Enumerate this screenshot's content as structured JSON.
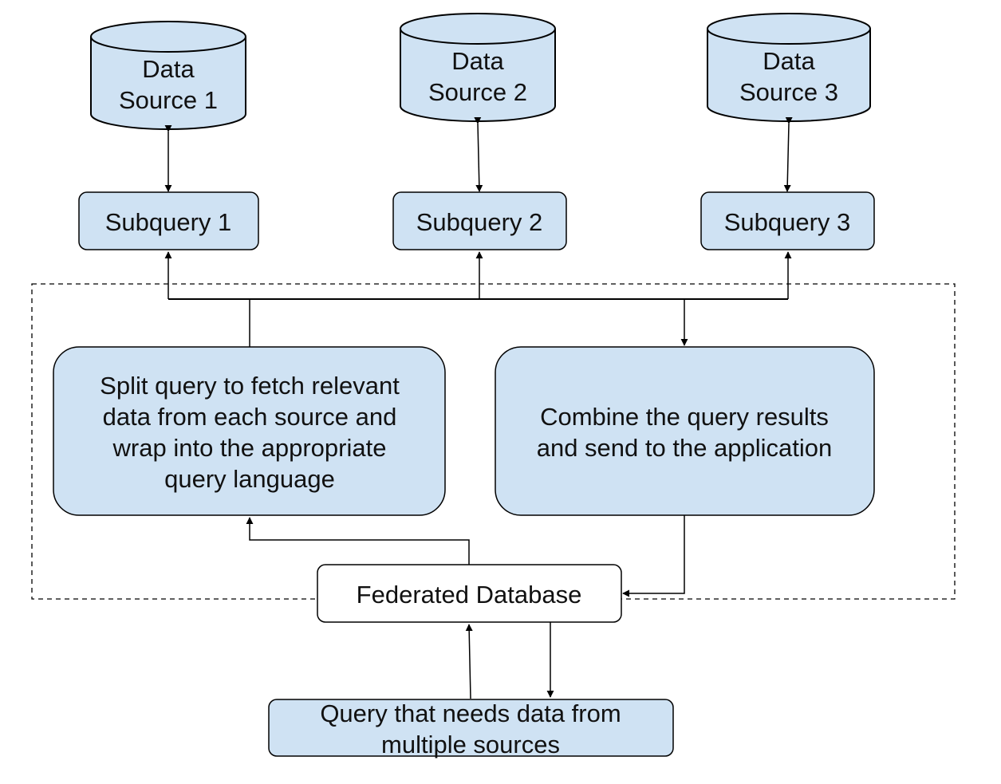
{
  "colors": {
    "box_fill": "#cfe2f3",
    "line": "#000000",
    "background": "#ffffff"
  },
  "data_sources": [
    {
      "line1": "Data",
      "line2": "Source 1"
    },
    {
      "line1": "Data",
      "line2": "Source 2"
    },
    {
      "line1": "Data",
      "line2": "Source 3"
    }
  ],
  "subqueries": [
    {
      "label": "Subquery 1"
    },
    {
      "label": "Subquery 2"
    },
    {
      "label": "Subquery 3"
    }
  ],
  "split_box": {
    "lines": [
      "Split query to fetch relevant",
      "data from each source and",
      "wrap into the appropriate",
      "query language"
    ]
  },
  "combine_box": {
    "lines": [
      "Combine the query results",
      "and send to the application"
    ]
  },
  "federated": {
    "label": "Federated Database"
  },
  "query_box": {
    "lines": [
      "Query that needs data from",
      "multiple sources"
    ]
  }
}
